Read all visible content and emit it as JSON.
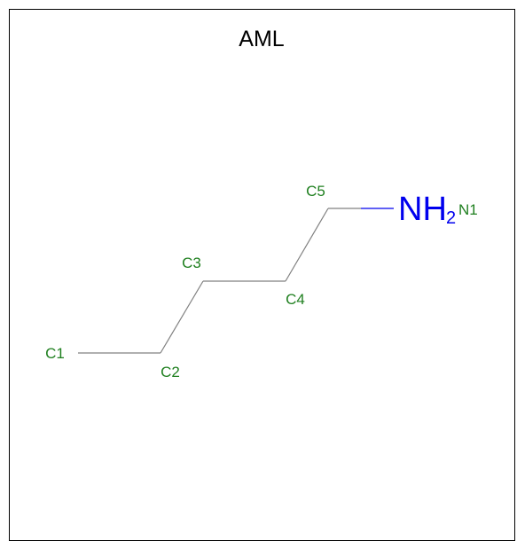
{
  "title": "AML",
  "colors": {
    "bond": "#808080",
    "label": "#208020",
    "nitrogen": "#0000ee",
    "frame": "#000000"
  },
  "atoms": [
    {
      "id": "C1",
      "label": "C1"
    },
    {
      "id": "C2",
      "label": "C2"
    },
    {
      "id": "C3",
      "label": "C3"
    },
    {
      "id": "C4",
      "label": "C4"
    },
    {
      "id": "C5",
      "label": "C5"
    },
    {
      "id": "N1",
      "label": "N1",
      "symbol": "NH",
      "subscript": "2"
    }
  ],
  "bonds": [
    [
      "C1",
      "C2"
    ],
    [
      "C2",
      "C3"
    ],
    [
      "C3",
      "C4"
    ],
    [
      "C4",
      "C5"
    ],
    [
      "C5",
      "N1"
    ]
  ]
}
